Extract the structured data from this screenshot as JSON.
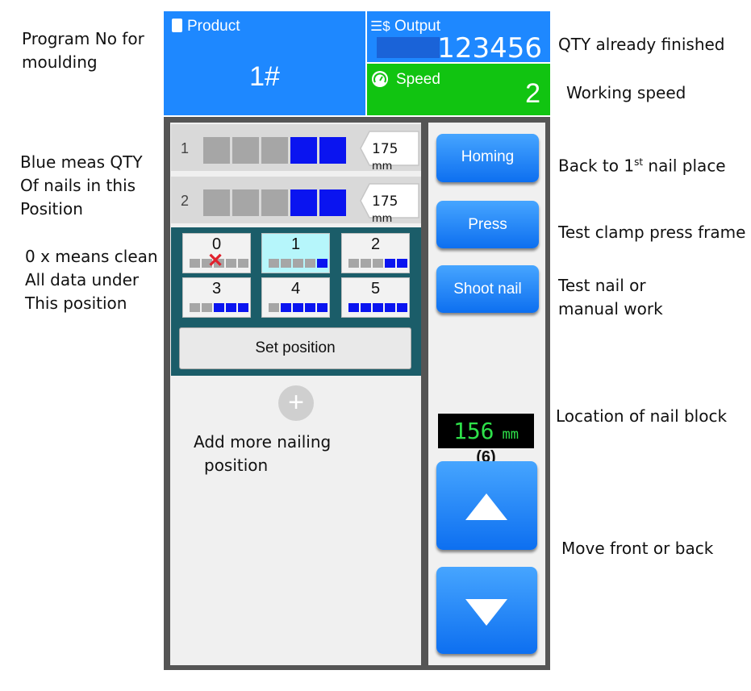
{
  "header": {
    "product_label": "Product",
    "product_value": "1#",
    "output_label": "Output",
    "output_value": "123456",
    "speed_label": "Speed",
    "speed_value": "2"
  },
  "rows": [
    {
      "num": "1",
      "segments": [
        "g",
        "g",
        "g",
        "b",
        "b"
      ],
      "length": "175",
      "unit": "mm"
    },
    {
      "num": "2",
      "segments": [
        "g",
        "g",
        "g",
        "b",
        "b"
      ],
      "length": "175",
      "unit": "mm"
    }
  ],
  "positions": [
    {
      "label": "0",
      "blue": 0,
      "clear": true
    },
    {
      "label": "1",
      "blue": 1,
      "selected": true
    },
    {
      "label": "2",
      "blue": 2
    },
    {
      "label": "3",
      "blue": 3
    },
    {
      "label": "4",
      "blue": 4
    },
    {
      "label": "5",
      "blue": 5
    }
  ],
  "set_position_label": "Set position",
  "add_icon": "+",
  "buttons": {
    "homing": "Homing",
    "press": "Press",
    "shoot": "Shoot nail"
  },
  "display": {
    "value": "156",
    "unit": "mm",
    "count": "(6)"
  },
  "annotations": {
    "program_line1": "Program No for",
    "program_line2": "moulding",
    "qty_finished": "QTY already finished",
    "working_speed": "Working speed",
    "blue_line1": "Blue meas QTY",
    "blue_line2": "Of nails in this",
    "blue_line3": "Position",
    "zero_line1": "0 x means clean",
    "zero_line2": "All data under",
    "zero_line3": "This position",
    "back_to_first": "Back to 1",
    "back_to_first_sup": "st",
    "back_to_first_tail": " nail place",
    "test_clamp": "Test clamp press frame",
    "test_nail_line1": "Test nail or",
    "test_nail_line2": "manual work",
    "location": "Location of nail block",
    "add_more_line1": "Add more nailing",
    "add_more_line2": "position",
    "move": "Move front or back"
  },
  "colors": {
    "blue_header": "#1e88ff",
    "speed_green": "#11c411",
    "nail_blue": "#0a14f0",
    "panel_teal": "#1b5d69"
  }
}
